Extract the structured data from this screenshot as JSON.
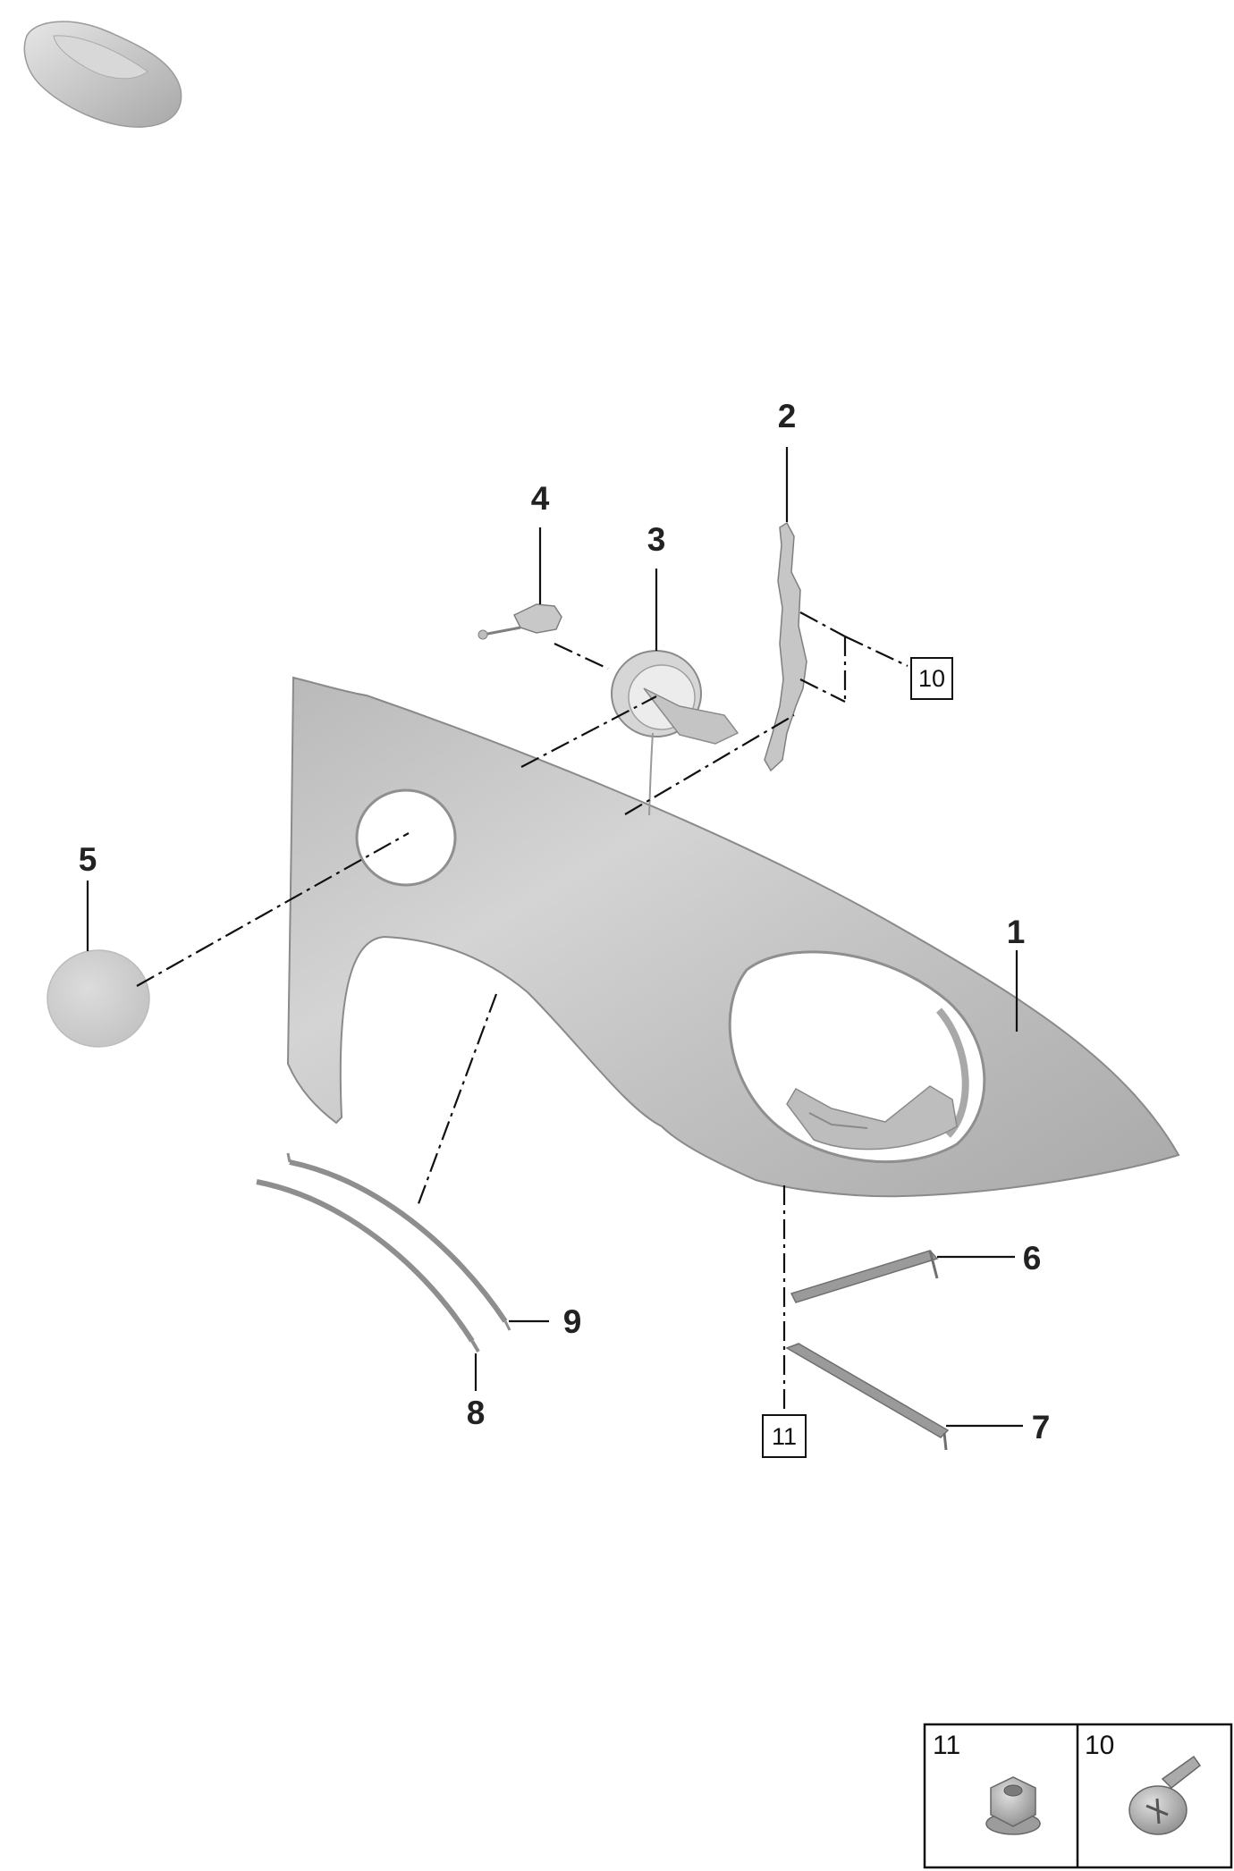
{
  "diagram": {
    "type": "exploded-parts-diagram",
    "parts": [
      {
        "number": "1",
        "part": "front-fender"
      },
      {
        "number": "2",
        "part": "mounting-bracket"
      },
      {
        "number": "3",
        "part": "fuel-filler-flap-housing"
      },
      {
        "number": "4",
        "part": "flap-actuator"
      },
      {
        "number": "5",
        "part": "flap-cover"
      },
      {
        "number": "6",
        "part": "support-strut-upper"
      },
      {
        "number": "7",
        "part": "support-strut-lower"
      },
      {
        "number": "8",
        "part": "wheel-arch-seal-outer"
      },
      {
        "number": "9",
        "part": "wheel-arch-seal-inner"
      }
    ],
    "callouts": {
      "c1": "1",
      "c2": "2",
      "c3": "3",
      "c4": "4",
      "c5": "5",
      "c6": "6",
      "c7": "7",
      "c8": "8",
      "c9": "9"
    },
    "boxed_refs": {
      "b10": "10",
      "b11": "11"
    },
    "legend": [
      {
        "number": "11",
        "icon": "hex-nut-icon"
      },
      {
        "number": "10",
        "icon": "flange-screw-icon"
      }
    ],
    "thumbnail_icon": "car-overview-icon",
    "colors": {
      "part_fill": "#c8c8c8",
      "line": "#111111",
      "background": "#ffffff"
    }
  }
}
